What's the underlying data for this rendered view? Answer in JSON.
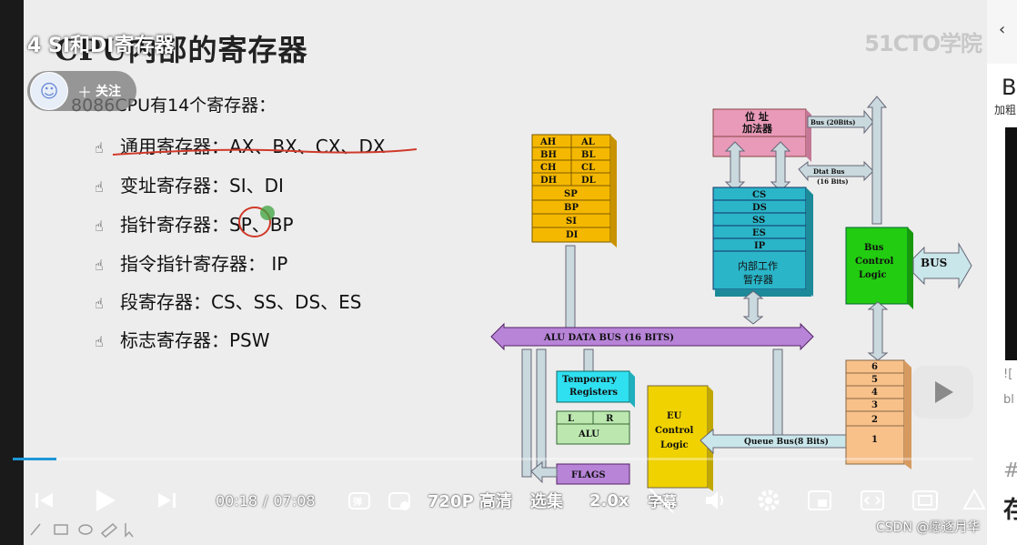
{
  "video": {
    "title": "4 SI和DI寄存器",
    "watermark": "51CTO学院",
    "follow_label": "关注"
  },
  "slide": {
    "title": "CPU内部的寄存器",
    "intro": "8086CPU有14个寄存器：",
    "bullets": [
      "通用寄存器：AX、BX、CX、DX",
      "变址寄存器：SI、DI",
      "指针寄存器：SP、BP",
      "指令指针寄存器： IP",
      "段寄存器：CS、SS、DS、ES",
      "标志寄存器：PSW"
    ],
    "diagram": {
      "general_regs": [
        [
          "AH",
          "AL"
        ],
        [
          "BH",
          "BL"
        ],
        [
          "CH",
          "CL"
        ],
        [
          "DH",
          "DL"
        ]
      ],
      "pointer_regs": [
        "SP",
        "BP",
        "SI",
        "DI"
      ],
      "adder": [
        "位  址",
        "加法器"
      ],
      "bus20": "Bus (20Bits)",
      "data_bus": [
        "Dtat Bus",
        "(16 Bits)"
      ],
      "seg_regs": [
        "CS",
        "DS",
        "SS",
        "ES",
        "IP"
      ],
      "internal": [
        "内部工作",
        "暂存器"
      ],
      "bus_control": [
        "Bus",
        "Control",
        "Logic"
      ],
      "bus": "BUS",
      "alu_bus": "ALU DATA BUS (16 BITS)",
      "temp_regs": [
        "Temporary",
        "Registers"
      ],
      "alu_lr": [
        "L",
        "R"
      ],
      "alu": "ALU",
      "flags": "FLAGS",
      "eu_control": [
        "EU",
        "Control",
        "Logic"
      ],
      "queue_bus": "Queue  Bus(8 Bits)",
      "queue": [
        "6",
        "5",
        "4",
        "3",
        "2",
        "1"
      ]
    },
    "colors": {
      "general": "#f5b800",
      "pink": "#e89ab8",
      "cyan": "#2bb5c8",
      "green": "#22cc11",
      "purple": "#b784d8",
      "orange": "#f8c18a",
      "eu": "#f0d200",
      "temp": "#2fe0f0",
      "lightgreen": "#bce8b0"
    }
  },
  "controls": {
    "current_time": "00:18",
    "separator": "/",
    "duration": "07:08",
    "quality": "720P 高清",
    "episodes": "选集",
    "speed": "2.0x",
    "subtitle": "字幕",
    "progress": 0.045
  },
  "sidebar": {
    "heading": "B",
    "sub": "加粗",
    "text1": "![",
    "text2": "bl",
    "hash": "#",
    "big": "存"
  },
  "credit": "CSDN @愿逐月华"
}
